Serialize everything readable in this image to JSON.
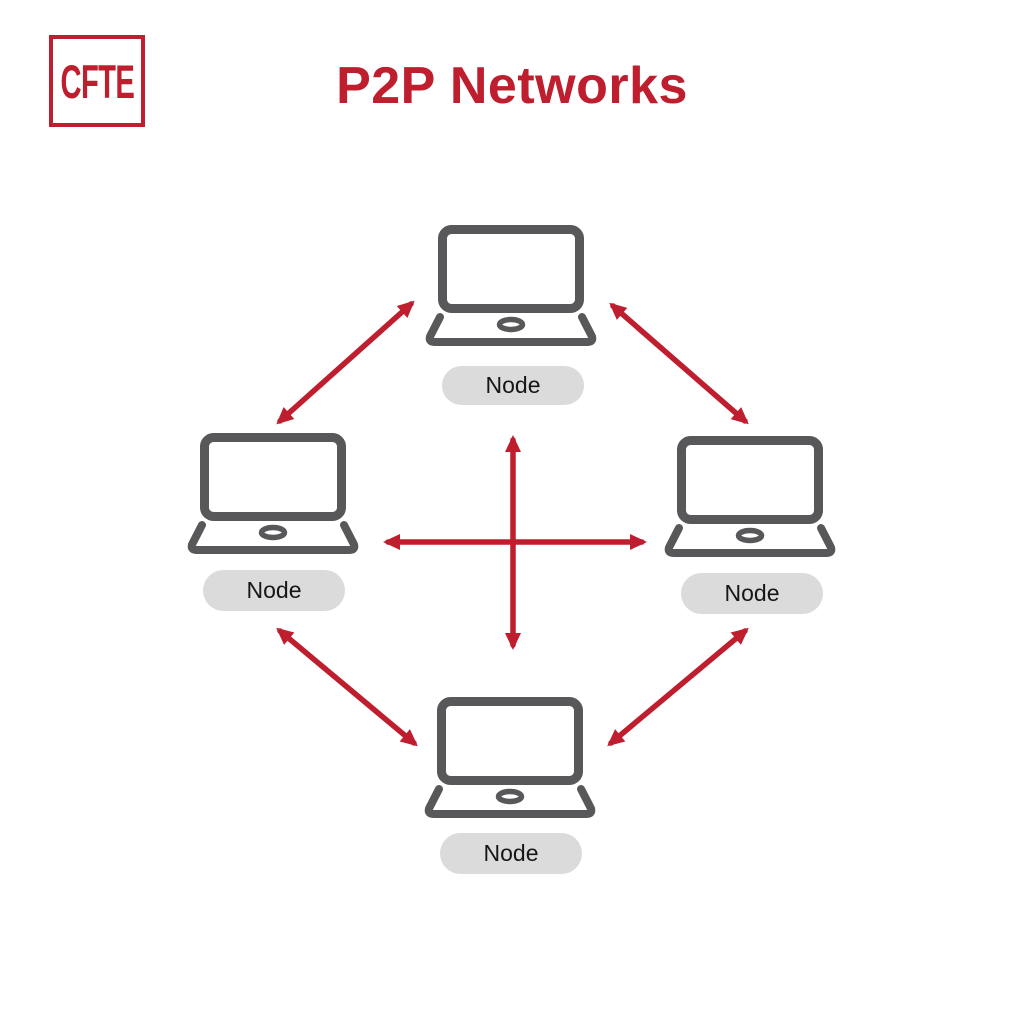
{
  "header": {
    "logo_text": "CFTE",
    "title": "P2P Networks"
  },
  "colors": {
    "brand_red": "#BE1E2D",
    "laptop_stroke": "#58585A",
    "pill_bg": "#DBDBDB",
    "pill_text": "#161616"
  },
  "diagram": {
    "nodes": [
      {
        "id": "top",
        "label": "Node",
        "icon": "laptop-icon"
      },
      {
        "id": "left",
        "label": "Node",
        "icon": "laptop-icon"
      },
      {
        "id": "right",
        "label": "Node",
        "icon": "laptop-icon"
      },
      {
        "id": "bottom",
        "label": "Node",
        "icon": "laptop-icon"
      }
    ],
    "connections": [
      {
        "from": "top",
        "to": "left",
        "bidirectional": true
      },
      {
        "from": "top",
        "to": "right",
        "bidirectional": true
      },
      {
        "from": "left",
        "to": "bottom",
        "bidirectional": true
      },
      {
        "from": "right",
        "to": "bottom",
        "bidirectional": true
      },
      {
        "from": "left",
        "to": "right",
        "bidirectional": true
      },
      {
        "from": "top",
        "to": "bottom",
        "bidirectional": true
      }
    ]
  }
}
